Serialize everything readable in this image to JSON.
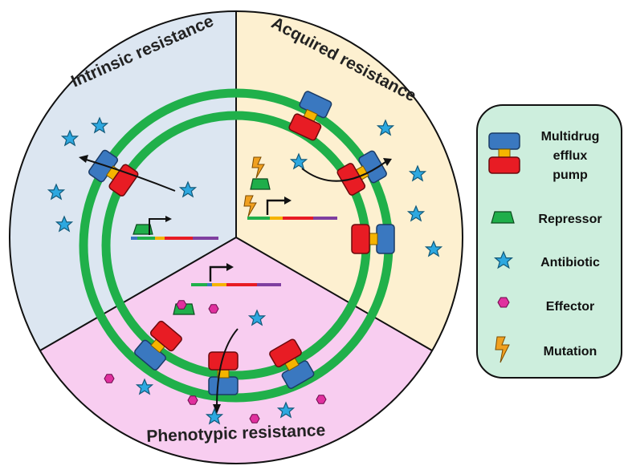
{
  "sectors": {
    "intrinsic": {
      "title": "Intrinsic resistance",
      "color": "#dce6f1"
    },
    "acquired": {
      "title": "Acquired resistance",
      "color": "#fdf0d0"
    },
    "phenotypic": {
      "title": "Phenotypic resistance",
      "color": "#f8cdf0"
    }
  },
  "legend": {
    "background": "#cdeedd",
    "items": [
      {
        "icon": "efflux-pump-icon",
        "label_lines": [
          "Multidrug",
          "efflux",
          "pump"
        ]
      },
      {
        "icon": "repressor-icon",
        "label_lines": [
          "Repressor"
        ]
      },
      {
        "icon": "antibiotic-star-icon",
        "label_lines": [
          "Antibiotic"
        ]
      },
      {
        "icon": "effector-hexagon-icon",
        "label_lines": [
          "Effector"
        ]
      },
      {
        "icon": "mutation-bolt-icon",
        "label_lines": [
          "Mutation"
        ]
      }
    ]
  },
  "colors": {
    "membrane": "#20b04a",
    "pump_blue": "#3a78c0",
    "pump_red": "#e81c24",
    "pump_yellow": "#f5b400",
    "repressor": "#1fae4a",
    "antibiotic": "#2da8e0",
    "effector": "#e0309e",
    "mutation": "#f0a020",
    "gene_purple": "#7f3fa0"
  }
}
